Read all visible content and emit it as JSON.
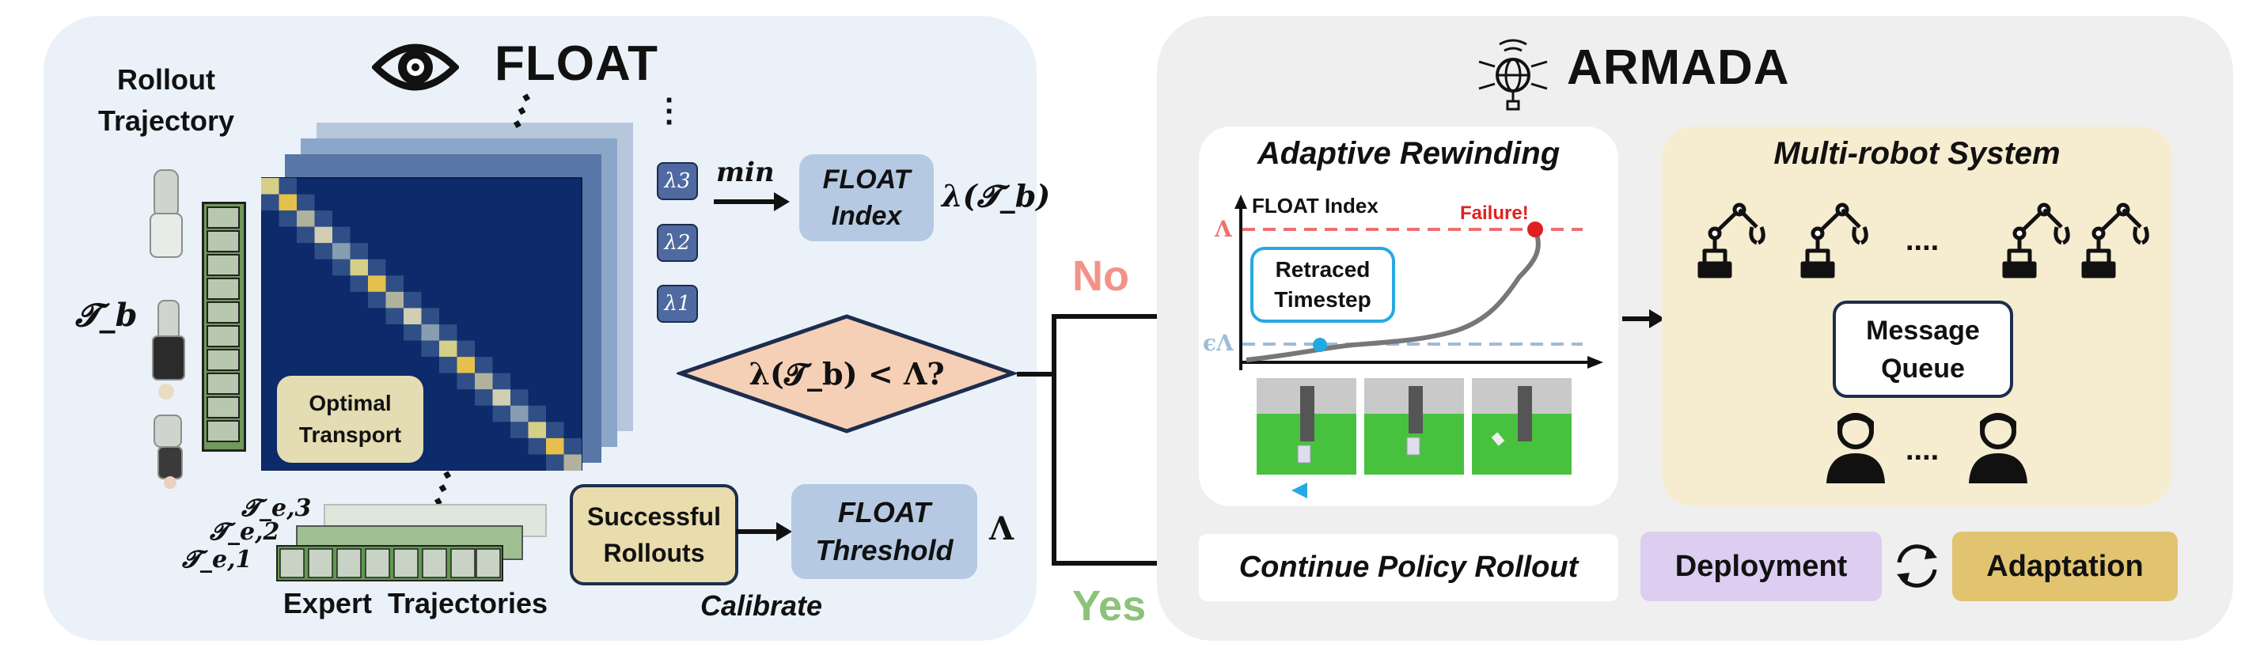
{
  "float": {
    "title": "FLOAT",
    "rollout_label": "Rollout\nTrajectory",
    "tau_b": "𝓣_b",
    "optimal_transport": "Optimal\nTransport",
    "lambda_labels": [
      "λ3",
      "λ2",
      "λ1"
    ],
    "min_label": "min",
    "float_index_box": "FLOAT\nIndex",
    "lambda_tau": "λ(𝓣_b)",
    "expert_labels": [
      "𝓣_e,3",
      "𝓣_e,2",
      "𝓣_e,1"
    ],
    "expert_caption": "Expert  Trajectories",
    "successful_rollouts": "Successful\nRollouts",
    "float_threshold": "FLOAT\nThreshold",
    "big_lambda": "Λ",
    "calibrate": "Calibrate",
    "decision": "λ(𝓣_b) < Λ?"
  },
  "branches": {
    "no": "No",
    "yes": "Yes"
  },
  "armada": {
    "title": "ARMADA",
    "adaptive_rewinding": "Adaptive Rewinding",
    "plot": {
      "y_title": "FLOAT Index",
      "failure": "Failure!",
      "lambda_tick": "Λ",
      "eps_tick": "ϵΛ",
      "retraced": "Retraced\nTimestep"
    },
    "multi_robot": "Multi-robot System",
    "message_queue": "Message\nQueue",
    "ellipsis": "....",
    "continue_rollout": "Continue Policy Rollout",
    "deployment": "Deployment",
    "adaptation": "Adaptation"
  },
  "colors": {
    "no": "#f2938a",
    "yes": "#8dc27a",
    "decision_fill": "#f6d0b6",
    "float_box": "#b5c9e2",
    "rollouts_box": "#e9dcad",
    "ot_box": "#e4dcb2",
    "deployment": "#dccdf1",
    "adaptation": "#e2c470",
    "multi_robot_bg": "#f6ecd0",
    "lambda_line": "#ec7070",
    "eps_line": "#9dbcd8"
  }
}
